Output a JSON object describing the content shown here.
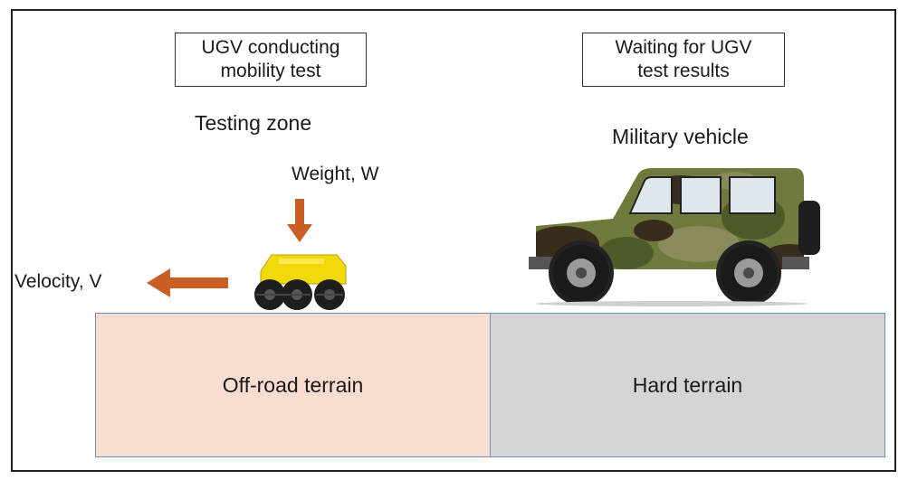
{
  "boxes": {
    "ugv_status": [
      "UGV conducting",
      "mobility test"
    ],
    "vehicle_status": [
      "Waiting for UGV",
      "test results"
    ]
  },
  "labels": {
    "testing_zone": "Testing zone",
    "military_vehicle": "Military vehicle",
    "weight": "Weight, W",
    "velocity": "Velocity, V"
  },
  "terrain": {
    "off_road": "Off-road terrain",
    "hard": "Hard terrain"
  },
  "colors": {
    "arrow": "#c95f24",
    "off_road_fill": "#f8ddd0",
    "hard_fill": "#d3d5d9",
    "ugv_body": "#f2d90a",
    "camo": [
      "#4d5a2a",
      "#6f7b3c",
      "#3a2c1c",
      "#8a8a5a"
    ]
  }
}
